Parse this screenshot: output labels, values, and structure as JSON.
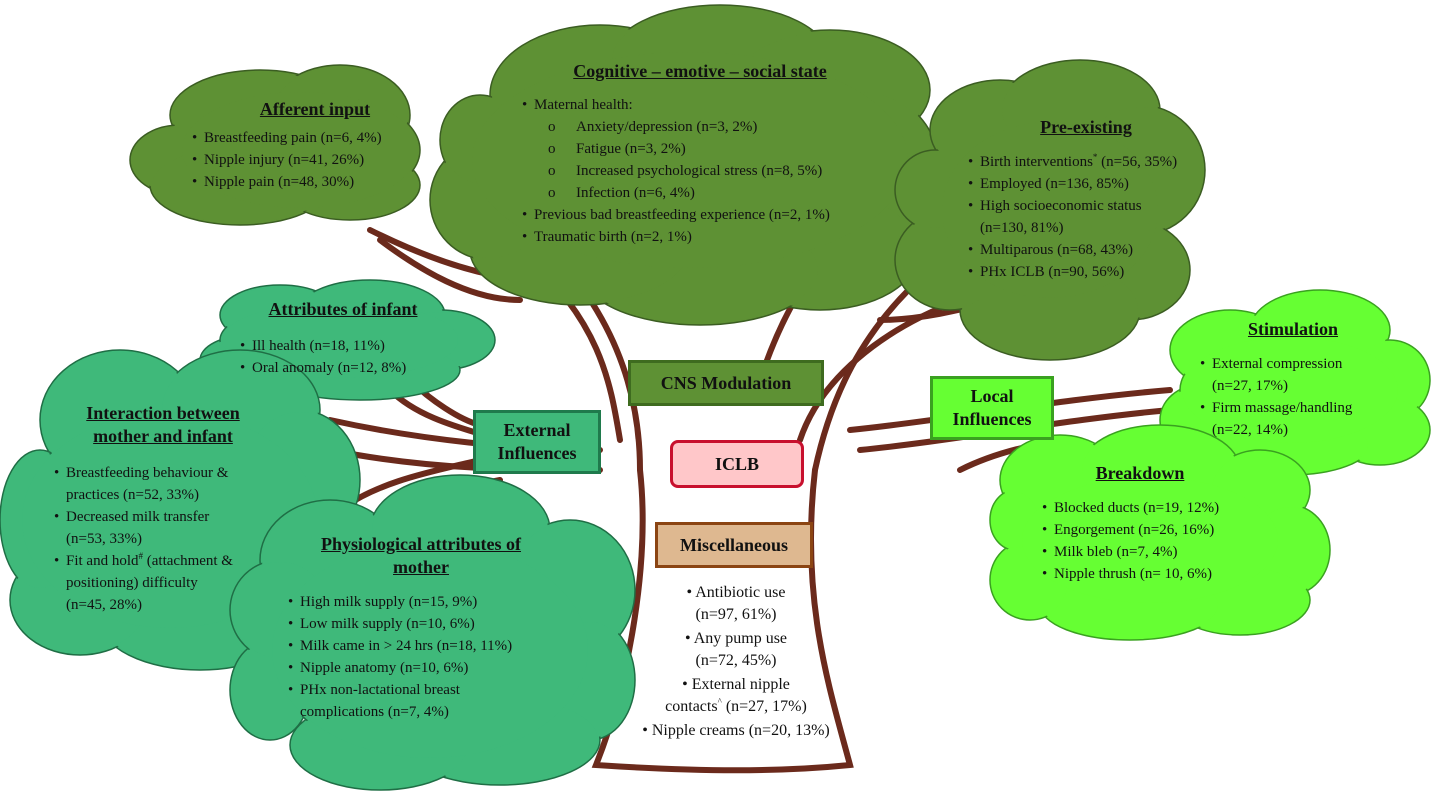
{
  "colors": {
    "cns_cloud": "#5e9134",
    "external_cloud": "#3fb97a",
    "local_cloud": "#66ff33",
    "misc_box": "#deb890",
    "iclb_box": "#ffc7c9",
    "branch": "#6b2a1c"
  },
  "hubs": {
    "cns": "CNS Modulation",
    "external_line1": "External",
    "external_line2": "Influences",
    "local_line1": "Local",
    "local_line2": "Influences",
    "iclb": "ICLB",
    "misc": "Miscellaneous"
  },
  "afferent": {
    "title": "Afferent input",
    "items": [
      "Breastfeeding pain (n=6, 4%)",
      "Nipple injury (n=41, 26%)",
      "Nipple pain (n=48, 30%)"
    ]
  },
  "cognitive": {
    "title": "Cognitive – emotive – social state",
    "maternal": "Maternal health:",
    "sub": [
      "Anxiety/depression (n=3, 2%)",
      "Fatigue (n=3, 2%)",
      "Increased psychological stress (n=8, 5%)",
      "Infection (n=6, 4%)"
    ],
    "items": [
      "Previous bad breastfeeding experience (n=2, 1%)",
      "Traumatic birth (n=2, 1%)"
    ]
  },
  "preexisting": {
    "title": "Pre-existing",
    "birth_a": "Birth interventions",
    "birth_sup": "*",
    "birth_b": " (n=56, 35%)",
    "employed": "Employed (n=136, 85%)",
    "ses_1": "High socioeconomic status",
    "ses_2": "(n=130, 81%)",
    "multiparous": "Multiparous (n=68, 43%)",
    "phx": "PHx ICLB (n=90, 56%)"
  },
  "infant": {
    "title": "Attributes of infant",
    "items": [
      "Ill health (n=18, 11%)",
      "Oral anomaly (n=12, 8%)"
    ]
  },
  "interaction": {
    "title_1": "Interaction between",
    "title_2": "mother and infant",
    "bb_1": "Breastfeeding behaviour &",
    "bb_2": "practices (n=52, 33%)",
    "dmt_1": "Decreased milk transfer",
    "dmt_2": "(n=53, 33%)",
    "fit_a": "Fit and hold",
    "fit_sup": "#",
    "fit_b": " (attachment &",
    "fit_2": "positioning) difficulty",
    "fit_3": "(n=45, 28%)"
  },
  "physiological": {
    "title_1": "Physiological attributes of",
    "title_2": "mother",
    "items": [
      "High milk supply (n=15, 9%)",
      "Low milk supply (n=10, 6%)",
      "Milk came in > 24 hrs (n=18, 11%)",
      "Nipple anatomy (n=10, 6%)"
    ],
    "phx_1": "PHx non-lactational breast",
    "phx_2": "complications (n=7, 4%)"
  },
  "stimulation": {
    "title": "Stimulation",
    "ec_1": "External compression",
    "ec_2": "(n=27, 17%)",
    "fm_1": "Firm massage/handling",
    "fm_2": "(n=22, 14%)"
  },
  "breakdown": {
    "title": "Breakdown",
    "items": [
      "Blocked ducts (n=19, 12%)",
      "Engorgement (n=26, 16%)",
      "Milk bleb (n=7, 4%)",
      "Nipple thrush (n= 10, 6%)"
    ]
  },
  "misc": {
    "ab_1": "Antibiotic use",
    "ab_2": "(n=97, 61%)",
    "pump_1": "Any pump use",
    "pump_2": "(n=72, 45%)",
    "ext_1": "External nipple",
    "ext_2a": "contacts",
    "ext_sup": "^",
    "ext_2b": " (n=27, 17%)",
    "creams": "Nipple creams (n=20, 13%)"
  }
}
